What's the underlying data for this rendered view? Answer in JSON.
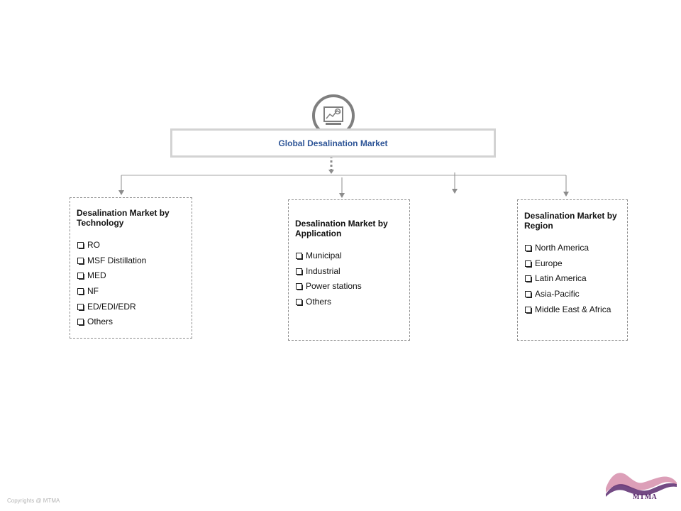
{
  "root": {
    "title": "Global  Desalination Market",
    "icon": "market-analysis-icon"
  },
  "categories": [
    {
      "id": "technology",
      "title": "Desalination  Market by Technology",
      "items": [
        "RO",
        "MSF  Distillation",
        "MED",
        "NF",
        "ED/EDI/EDR",
        "Others"
      ]
    },
    {
      "id": "application",
      "title": "Desalination Market by Application",
      "items": [
        "Municipal",
        "Industrial",
        "Power stations",
        "Others"
      ]
    },
    {
      "id": "region",
      "title": "Desalination  Market by Region",
      "items": [
        "North America",
        "Europe",
        "Latin America",
        "Asia-Pacific",
        "Middle East & Africa"
      ]
    }
  ],
  "footer": {
    "copyright": "Copyrights  @ MTMA"
  },
  "logo": {
    "text": "MTMA",
    "colors": {
      "primary": "#5a2a6e",
      "accent": "#c0507e"
    }
  },
  "colors": {
    "root_text": "#2e5597",
    "connector": "#8c8c8c",
    "box_border": "#d3d3d3"
  }
}
